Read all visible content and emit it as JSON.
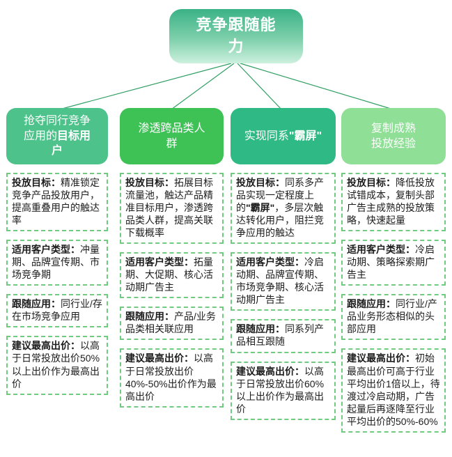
{
  "root": {
    "label": "竞争跟随能\n力"
  },
  "colors": {
    "root_top": "#3bb287",
    "root_bottom": "#cdf0de",
    "branch_1": "#4dc28a",
    "branch_2": "#3ec155",
    "branch_3": "#2eb985",
    "branch_4": "#8fdf97",
    "connector": "#2f9e62",
    "box_border": "#70ca80",
    "box_text": "#1c1c1c"
  },
  "branches": [
    {
      "header": {
        "segments": [
          {
            "t": "抢夺同行竞争\n应用的",
            "b": false
          },
          {
            "t": "目标用\n户",
            "b": true
          }
        ]
      },
      "boxes": [
        {
          "segments": [
            {
              "t": "投放目标：",
              "b": true
            },
            {
              "t": "精准锁定竞争产品投放用户，提高重叠用户的触达率",
              "b": false
            }
          ]
        },
        {
          "segments": [
            {
              "t": "适用客户类型：",
              "b": true
            },
            {
              "t": "冲量期、品牌宣传期、市场竞争期",
              "b": false
            }
          ]
        },
        {
          "segments": [
            {
              "t": "跟随应用：",
              "b": true
            },
            {
              "t": "同行业/存在市场竞争应用",
              "b": false
            }
          ]
        },
        {
          "segments": [
            {
              "t": "建议最高出价：",
              "b": true
            },
            {
              "t": "以高于日常投放出价50%以上出价作为最高出价",
              "b": false
            }
          ]
        }
      ]
    },
    {
      "header": {
        "segments": [
          {
            "t": "渗透跨品类人\n群",
            "b": false
          }
        ]
      },
      "boxes": [
        {
          "segments": [
            {
              "t": "投放目标：",
              "b": true
            },
            {
              "t": "拓展目标流量池，触达产品精准目标用户，渗透跨品类人群，提高关联下载概率",
              "b": false
            }
          ]
        },
        {
          "segments": [
            {
              "t": "适用客户类型：",
              "b": true
            },
            {
              "t": "拓量期、大促期、核心活动期广告主",
              "b": false
            }
          ]
        },
        {
          "segments": [
            {
              "t": "跟随应用：",
              "b": true
            },
            {
              "t": "产品/业务品类相关联应用",
              "b": false
            }
          ]
        },
        {
          "segments": [
            {
              "t": "建议最高出价：",
              "b": true
            },
            {
              "t": "以高于日常投放出价40%-50%出价作为最高出价",
              "b": false
            }
          ]
        }
      ]
    },
    {
      "header": {
        "segments": [
          {
            "t": "实现同系",
            "b": false
          },
          {
            "t": "\"霸屏\"",
            "b": true
          }
        ]
      },
      "boxes": [
        {
          "segments": [
            {
              "t": "投放目标：",
              "b": true
            },
            {
              "t": "同系多产品实现一定程度上的",
              "b": false
            },
            {
              "t": "\"霸屏\"",
              "b": true
            },
            {
              "t": "，多层次触达转化用户，阻拦竞争应用的触达",
              "b": false
            }
          ]
        },
        {
          "segments": [
            {
              "t": "适用客户类型：",
              "b": true
            },
            {
              "t": "冷启动期、品牌宣传期、市场竞争期、核心活动期广告主",
              "b": false
            }
          ]
        },
        {
          "segments": [
            {
              "t": "跟随应用：",
              "b": true
            },
            {
              "t": "同系列产品相互跟随",
              "b": false
            }
          ]
        },
        {
          "segments": [
            {
              "t": "建议最高出价：",
              "b": true
            },
            {
              "t": "以高于日常投放出价60%以上出价作为最高出价",
              "b": false
            }
          ]
        }
      ]
    },
    {
      "header": {
        "segments": [
          {
            "t": "复制成熟\n投放经验",
            "b": false
          }
        ]
      },
      "boxes": [
        {
          "segments": [
            {
              "t": "投放目标：",
              "b": true
            },
            {
              "t": "降低投放试错成本，复制头部广告主成熟的投放策略，快速起量",
              "b": false
            }
          ]
        },
        {
          "segments": [
            {
              "t": "适用客户类型：",
              "b": true
            },
            {
              "t": "冷启动期、策略探索期广告主",
              "b": false
            }
          ]
        },
        {
          "segments": [
            {
              "t": "跟随应用：",
              "b": true
            },
            {
              "t": "同行业/产品业务形态相似的头部应用",
              "b": false
            }
          ]
        },
        {
          "segments": [
            {
              "t": "建议最高出价：",
              "b": true
            },
            {
              "t": "初始最高出价可高于行业平均出价1倍以上，待渡过冷启动期，广告起量后再逐降至行业平均出价的50%-60%",
              "b": false
            }
          ]
        }
      ]
    }
  ]
}
